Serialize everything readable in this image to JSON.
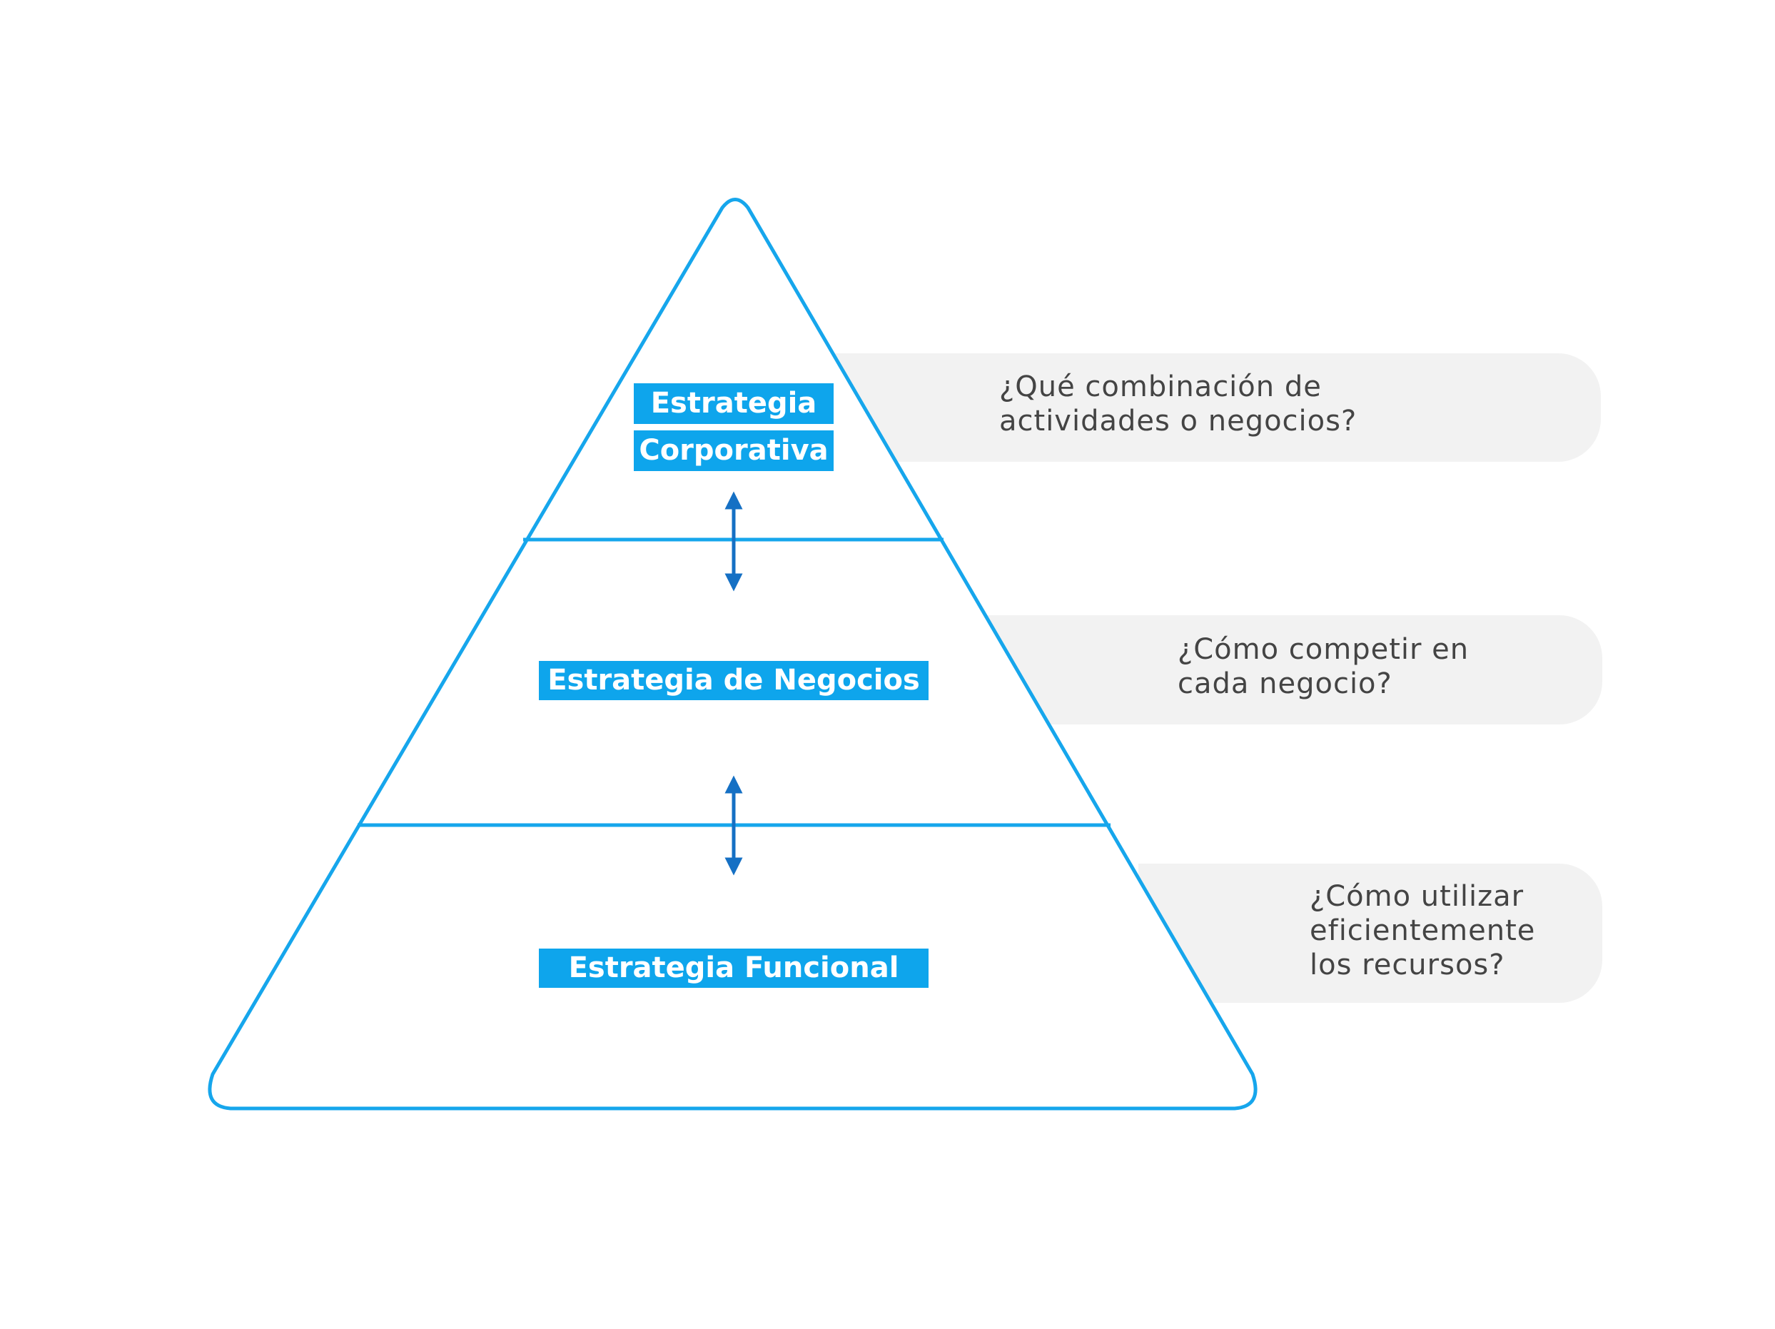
{
  "colors": {
    "outline": "#16a6ec",
    "label_fill": "#0ea5ec",
    "label_text": "#ffffff",
    "arrow": "#1570c4",
    "callout_fill": "#f2f2f2",
    "callout_text": "#444444"
  },
  "pyramid": {
    "tiers": [
      {
        "label_lines": [
          "Estrategia",
          "Corporativa"
        ]
      },
      {
        "label_lines": [
          "Estrategia de Negocios"
        ]
      },
      {
        "label_lines": [
          "Estrategia Funcional"
        ]
      }
    ],
    "connectors": [
      "double-arrow",
      "double-arrow"
    ]
  },
  "questions": [
    {
      "text": "¿Qué combinación de\nactividades o negocios?"
    },
    {
      "text": "¿Cómo competir en\ncada negocio?"
    },
    {
      "text": "¿Cómo utilizar\neficientemente\nlos recursos?"
    }
  ]
}
